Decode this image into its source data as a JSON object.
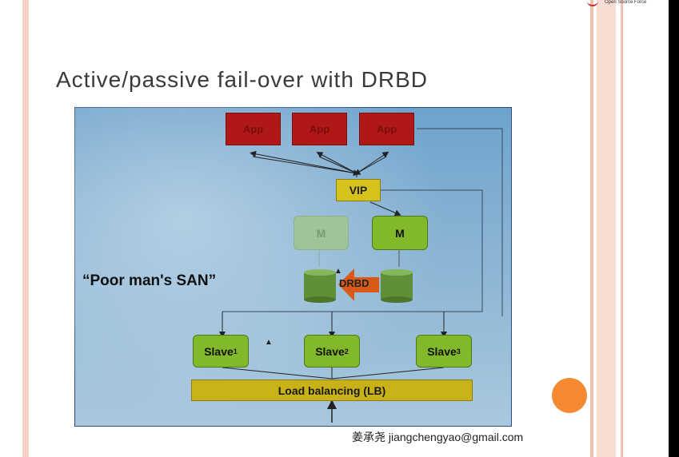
{
  "slide": {
    "title": "Active/passive fail-over with DRBD",
    "footer_name": "姜承尧",
    "footer_email": "jiangchengyao@gmail.com",
    "logo_text": "Open Source Force"
  },
  "diagram": {
    "apps": [
      "App",
      "App",
      "App"
    ],
    "vip": "VIP",
    "masters": [
      "M",
      "M"
    ],
    "drbd": "DRBD",
    "san_label": "“Poor man's SAN”",
    "slaves": [
      {
        "name": "Slave",
        "sub": "1"
      },
      {
        "name": "Slave",
        "sub": "2"
      },
      {
        "name": "Slave",
        "sub": "3"
      }
    ],
    "lb": "Load balancing (LB)",
    "colors": {
      "background_top": "#6fa3cc",
      "background_bottom": "#a9c8de",
      "app": "#b01818",
      "vip": "#d6c21a",
      "master": "#82b92a",
      "drbd_arrow": "#d85a16",
      "lb": "#c9b217"
    }
  }
}
